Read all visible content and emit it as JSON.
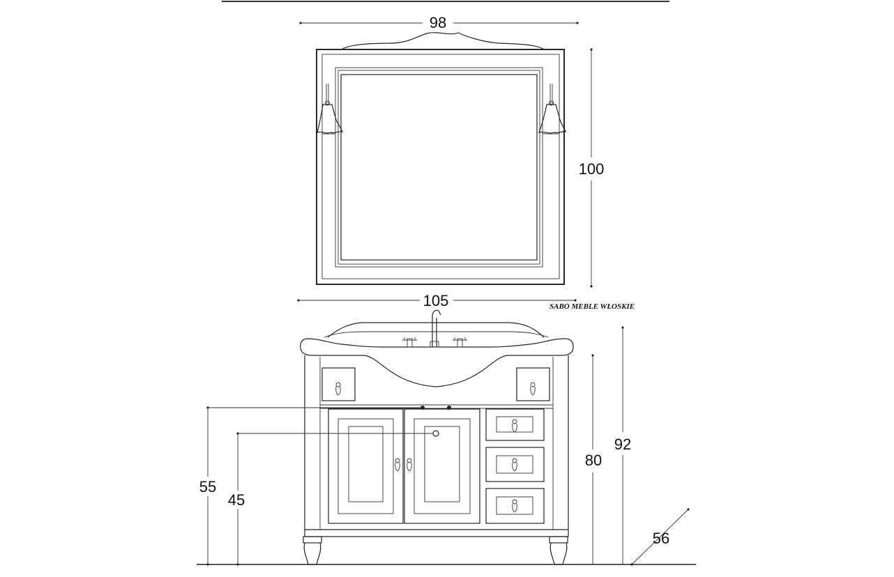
{
  "brand": "SABO MEBLE WŁOSKIE",
  "dimensions": {
    "mirror_width": "98",
    "mirror_height": "100",
    "cabinet_width": "105",
    "cabinet_height": "80",
    "total_height": "92",
    "depth": "56",
    "drain_height": "55",
    "water_height": "45"
  }
}
